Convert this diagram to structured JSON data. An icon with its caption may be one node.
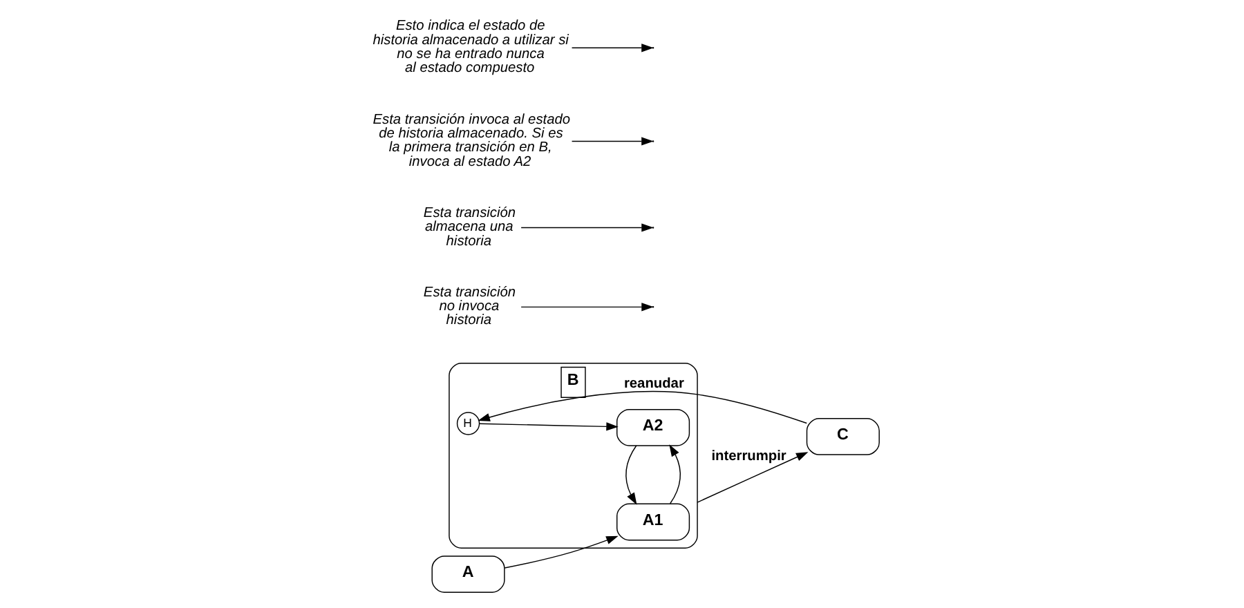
{
  "diagram": {
    "nodes": [
      {
        "text": [
          "B"
        ]
      },
      {
        "text": [
          "A"
        ]
      },
      {
        "text": [
          "A1"
        ],
        "in": 0
      },
      {
        "text": [
          "A2"
        ],
        "in": 0
      },
      {
        "text": [
          "H"
        ],
        "in": 0
      },
      {
        "text": [
          "C"
        ]
      },
      {
        "text": [
          "Esta transición no invoca historia"
        ]
      },
      {
        "text": [
          "Esta transición almacena una historia"
        ]
      },
      {
        "text": [
          "Esta transición invoca al estado de historia almacenado. Si es la primera transición en B, invoca al estado A2"
        ]
      },
      {
        "text": [
          "Esto indica el estado de historia almacenado a utilizar si no se ha entrado nunca al estado compuesto"
        ]
      }
    ],
    "edges": [
      {
        "from": 1,
        "to": 2,
        "arrow": "to"
      },
      {
        "from": 2,
        "to": 3,
        "arrow": "to"
      },
      {
        "from": 3,
        "to": 2,
        "arrow": "to"
      },
      {
        "from": 0,
        "to": 5,
        "label": "interrumpir",
        "arrow": "to"
      },
      {
        "from": 5,
        "to": 4,
        "label": "reanudar",
        "arrow": "to"
      },
      {
        "from": 4,
        "to": 3,
        "arrow": "to"
      },
      {
        "from": 6,
        "to": null,
        "arrow": "to"
      },
      {
        "from": 7,
        "to": null,
        "arrow": "to"
      },
      {
        "from": 8,
        "to": null,
        "arrow": "to"
      },
      {
        "from": 9,
        "to": null,
        "arrow": "to"
      }
    ]
  }
}
